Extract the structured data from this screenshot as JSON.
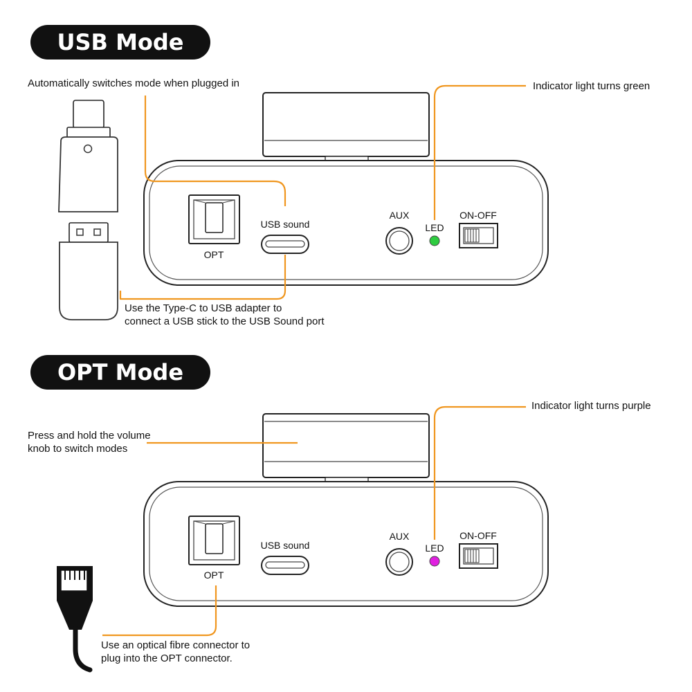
{
  "colors": {
    "accent": "#f0961e",
    "led_green": "#2ecc40",
    "led_purple": "#e020e0",
    "pill_bg": "#111111"
  },
  "usb_mode": {
    "heading": "USB Mode",
    "note_auto": "Automatically switches mode when plugged in",
    "note_indicator": "Indicator light turns green",
    "note_adapter_1": "Use the Type-C to USB adapter to",
    "note_adapter_2": "connect a USB stick to the USB Sound port",
    "led_state": "green"
  },
  "opt_mode": {
    "heading": "OPT Mode",
    "note_press_1": "Press and hold the volume",
    "note_press_2": "knob to switch modes",
    "note_indicator": "Indicator light turns purple",
    "note_fibre_1": "Use an optical fibre connector to",
    "note_fibre_2": "plug into the OPT connector.",
    "led_state": "purple"
  },
  "ports": {
    "opt": "OPT",
    "usb_sound": "USB sound",
    "aux": "AUX",
    "led": "LED",
    "switch": "ON-OFF"
  },
  "icons": [
    "usb-adapter-icon",
    "usb-stick-icon",
    "optical-connector-icon"
  ]
}
